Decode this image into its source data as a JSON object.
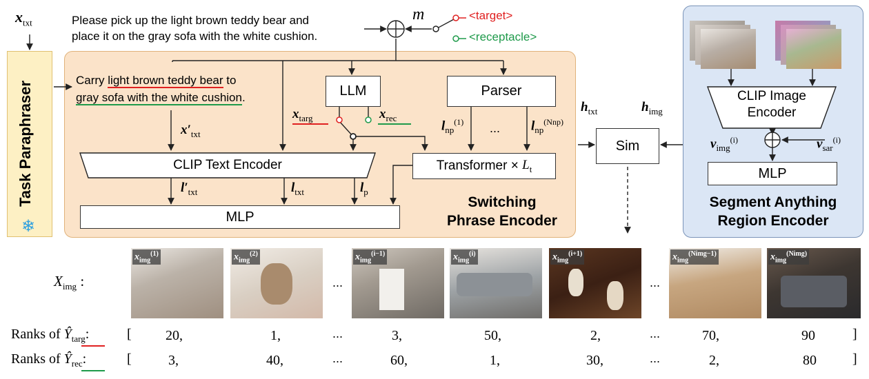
{
  "instruction": {
    "symbol": "x",
    "symbol_sub": "txt",
    "line1": "Please pick up the light brown teddy bear and",
    "line2": "place it on the gray sofa with the white cushion."
  },
  "mask": {
    "symbol": "m",
    "target": "<target>",
    "receptacle": "<receptacle>"
  },
  "paraphraser": {
    "title": "Task Paraphraser",
    "snow_icon": "❄",
    "colors": {
      "bg": "#fdf0c4",
      "snow": "#2ea0e0"
    }
  },
  "paraphrased": {
    "carry": "Carry ",
    "target_phrase": "light brown teddy bear",
    "to": " to",
    "rec_phrase": "gray sofa with the white cushion",
    "period": "."
  },
  "switching_encoder": {
    "title_line1": "Switching",
    "title_line2": "Phrase Encoder",
    "llm": "LLM",
    "parser": "Parser",
    "x_targ": "x",
    "x_targ_sub": "targ",
    "x_rec": "x",
    "x_rec_sub": "rec",
    "x_txt_prime": "x′",
    "x_txt_prime_sub": "txt",
    "l_np": "l",
    "l_np_sub": "np",
    "l_np_sup": "(1)",
    "l_np_dots": "...",
    "l_npN": "l",
    "l_npN_sub": "np",
    "l_npN_sup": "(Nnp)",
    "clip_text": "CLIP Text Encoder",
    "transformer": "Transformer ×",
    "transformer_L": "L",
    "transformer_L_sub": "t",
    "l_txt_prime": "l′",
    "l_txt_prime_sub": "txt",
    "l_txt": "l",
    "l_txt_sub": "txt",
    "l_p": "l",
    "l_p_sub": "p",
    "mlp": "MLP",
    "colors": {
      "panel": "#fbe3c9",
      "target": "#e02020",
      "receptacle": "#1e9a4a"
    }
  },
  "similarity": {
    "h_txt": "h",
    "h_txt_sub": "txt",
    "h_img": "h",
    "h_img_sub": "img",
    "sim": "Sim"
  },
  "region_encoder": {
    "title_line1": "Segment Anything",
    "title_line2": "Region Encoder",
    "clip_image_line1": "CLIP Image",
    "clip_image_line2": "Encoder",
    "v_img": "v",
    "v_img_sub": "img",
    "v_img_sup": "(i)",
    "v_sar": "v",
    "v_sar_sub": "sar",
    "v_sar_sup": "(i)",
    "mlp": "MLP",
    "colors": {
      "panel": "#dbe6f5"
    }
  },
  "images": {
    "label": "X",
    "label_sub": "img",
    "colon": ":",
    "dots": "...",
    "thumbs": [
      {
        "sym": "x",
        "sub": "img",
        "sup": "(1)"
      },
      {
        "sym": "x",
        "sub": "img",
        "sup": "(2)"
      },
      {
        "sym": "x",
        "sub": "img",
        "sup": "(i−1)"
      },
      {
        "sym": "x",
        "sub": "img",
        "sup": "(i)"
      },
      {
        "sym": "x",
        "sub": "img",
        "sup": "(i+1)"
      },
      {
        "sym": "x",
        "sub": "img",
        "sup": "(Nimg−1)"
      },
      {
        "sym": "x",
        "sub": "img",
        "sup": "(Nimg)"
      }
    ]
  },
  "ranks": {
    "targ_label": "Ranks of",
    "targ_sym": "Ŷ",
    "targ_sub": "targ",
    "rec_label": "Ranks of",
    "rec_sym": "Ŷ",
    "rec_sub": "rec",
    "colon": ":",
    "open": "[",
    "close": "]",
    "dots": "...",
    "targ_values": [
      "20,",
      "1,",
      "3,",
      "50,",
      "2,",
      "70,",
      "90"
    ],
    "rec_values": [
      "3,",
      "40,",
      "60,",
      "1,",
      "30,",
      "2,",
      "80"
    ]
  }
}
